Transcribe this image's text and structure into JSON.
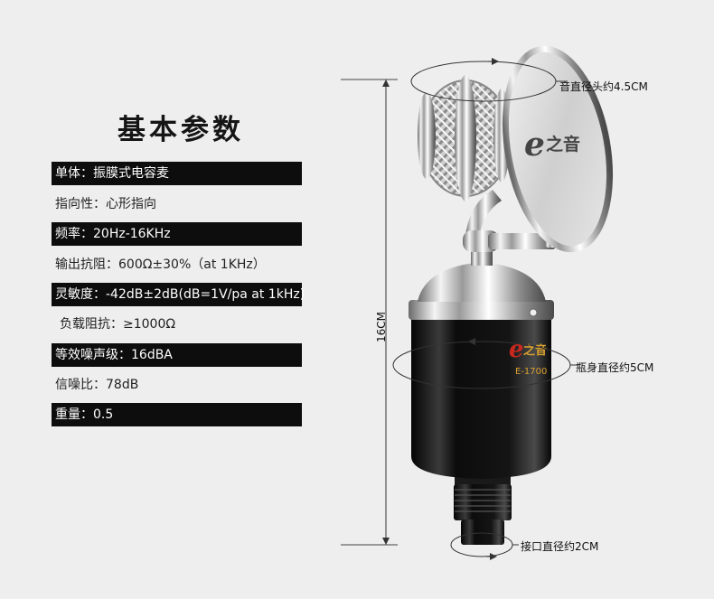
{
  "title": "基本参数",
  "specs": [
    {
      "text": "单体：振膜式电容麦",
      "dark": true
    },
    {
      "text": "指向性：心形指向",
      "dark": false
    },
    {
      "text": "频率：20Hz-16KHz",
      "dark": true
    },
    {
      "text": "输出抗阻：600Ω±30%（at 1KHz）",
      "dark": false
    },
    {
      "text": "灵敏度：-42dB±2dB(dB=1V/pa at 1kHz)",
      "dark": true
    },
    {
      "text": "负载阻抗：≥1000Ω",
      "dark": false
    },
    {
      "text": "等效噪声级：16dBA",
      "dark": true
    },
    {
      "text": "信噪比：78dB",
      "dark": false
    },
    {
      "text": "重量：0.5",
      "dark": true
    }
  ],
  "annotations": {
    "head_diameter": "音直径头约4.5CM",
    "body_diameter": "瓶身直径约5CM",
    "connector_diameter": "接口直径约2CM",
    "height": "16CM"
  },
  "logo": {
    "brand_text": "e之音",
    "model_text": "E-1700"
  },
  "colors": {
    "background": "#eeeeee",
    "row_dark": "#0d0d0d",
    "logo_red": "#c8281e",
    "logo_gold": "#d9a030"
  }
}
